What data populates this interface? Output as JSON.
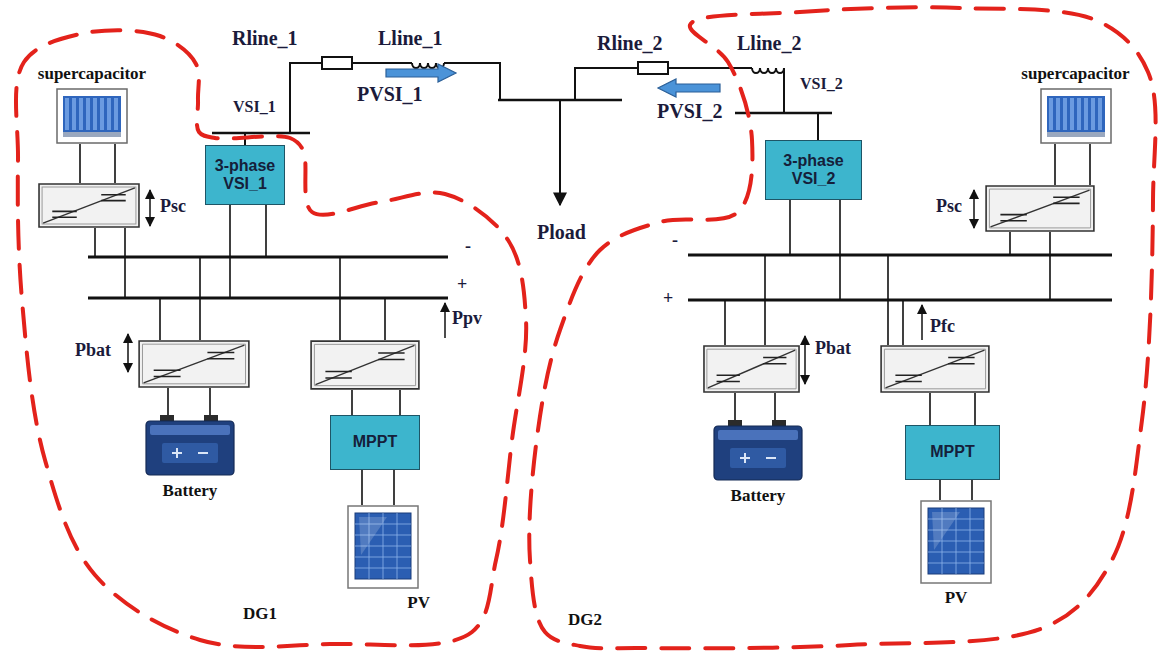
{
  "diagram": {
    "nodes": [
      {
        "text": [
          "DG1"
        ]
      },
      {
        "text": [
          "supercapacitor"
        ],
        "in": 0
      },
      {
        "text": [
          "3-phase VSI_1"
        ],
        "in": 0
      },
      {
        "text": [
          "Battery"
        ],
        "in": 0
      },
      {
        "text": [
          "MPPT"
        ],
        "in": 0
      },
      {
        "text": [
          "PV"
        ],
        "in": 0
      },
      {
        "text": [
          "DG2"
        ]
      },
      {
        "text": [
          "3-phase VSI_2"
        ],
        "in": 6
      },
      {
        "text": [
          "supercapacitor"
        ],
        "in": 6
      },
      {
        "text": [
          "Battery"
        ],
        "in": 6
      },
      {
        "text": [
          "MPPT"
        ],
        "in": 6
      },
      {
        "text": [
          "PV"
        ],
        "in": 6
      }
    ],
    "edges": [
      {
        "from": 5,
        "to": 4,
        "arrow": "none"
      },
      {
        "from": 11,
        "to": 10,
        "arrow": "none"
      }
    ],
    "labels": [
      "Rline_1",
      "Lline_1",
      "Rline_2",
      "Lline_2",
      "VSI_1",
      "PVSI_1",
      "PVSI_2",
      "VSI_2",
      "Pload",
      "Psc",
      "Psc",
      "-",
      "+",
      "-",
      "+",
      "Pbat",
      "Ppv",
      "Pbat",
      "Pfc"
    ]
  }
}
